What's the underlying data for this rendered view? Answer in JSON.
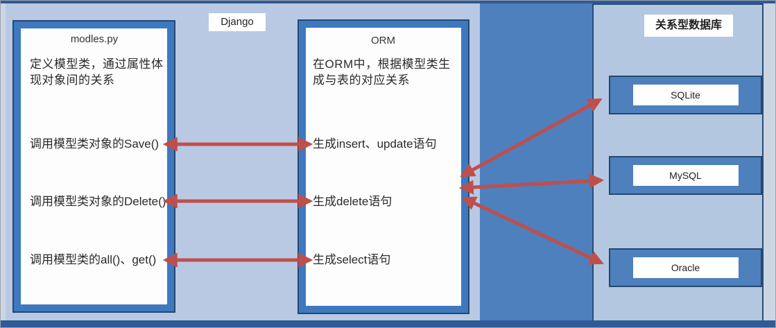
{
  "diagram": {
    "django_label": "Django",
    "left_box": {
      "title": "modles.py",
      "description": "定义模型类，通过属性体现对象间的关系",
      "rows": [
        "调用模型类对象的Save()",
        "调用模型类对象的Delete()",
        "调用模型类的all()、get()"
      ]
    },
    "orm_box": {
      "title": "ORM",
      "description": "在ORM中，根据模型类生成与表的对应关系",
      "rows": [
        "生成insert、update语句",
        "生成delete语句",
        "生成select语句"
      ]
    },
    "right_panel": {
      "title": "关系型数据库",
      "databases": [
        "SQLite",
        "MySQL",
        "Oracle"
      ]
    },
    "connections": [
      {
        "from": "调用模型类对象的Save()",
        "to": "生成insert、update语句",
        "bidirectional": true
      },
      {
        "from": "调用模型类对象的Delete()",
        "to": "生成delete语句",
        "bidirectional": true
      },
      {
        "from": "调用模型类的all()、get()",
        "to": "生成select语句",
        "bidirectional": true
      },
      {
        "from": "ORM",
        "to": "SQLite",
        "bidirectional": true
      },
      {
        "from": "ORM",
        "to": "MySQL",
        "bidirectional": true
      },
      {
        "from": "ORM",
        "to": "Oracle",
        "bidirectional": true
      }
    ],
    "colors": {
      "panel_light": "#b9c9e3",
      "right_panel_bg": "#b3c7e1",
      "band_blue": "#4d80bd",
      "frame_blue": "#3e79c0",
      "frame_outline": "#24486e",
      "arrow_red": "#bf4f4c",
      "bar_navy": "#2f5b97"
    }
  }
}
